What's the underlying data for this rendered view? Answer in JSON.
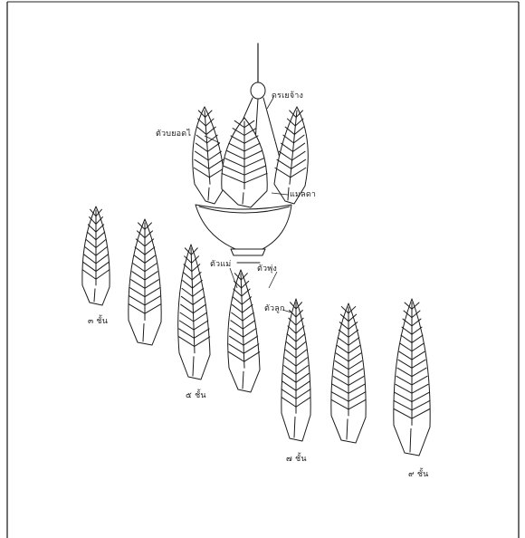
{
  "figure": {
    "labels": {
      "top_stem": "ดรเยจ้าง",
      "side_piece": "ตัวบยอดไ",
      "center_piece": "แมลดา",
      "mother_piece": "ตัวแม่",
      "fold_piece": "ตัวพุ่ง",
      "bottom_piece": "ตัวลูก",
      "layers_3": "๓ ชั้น",
      "layers_5": "๕ ชั้น",
      "layers_7": "๗ ชั้น",
      "layers_9": "๙ ชั้น"
    }
  }
}
